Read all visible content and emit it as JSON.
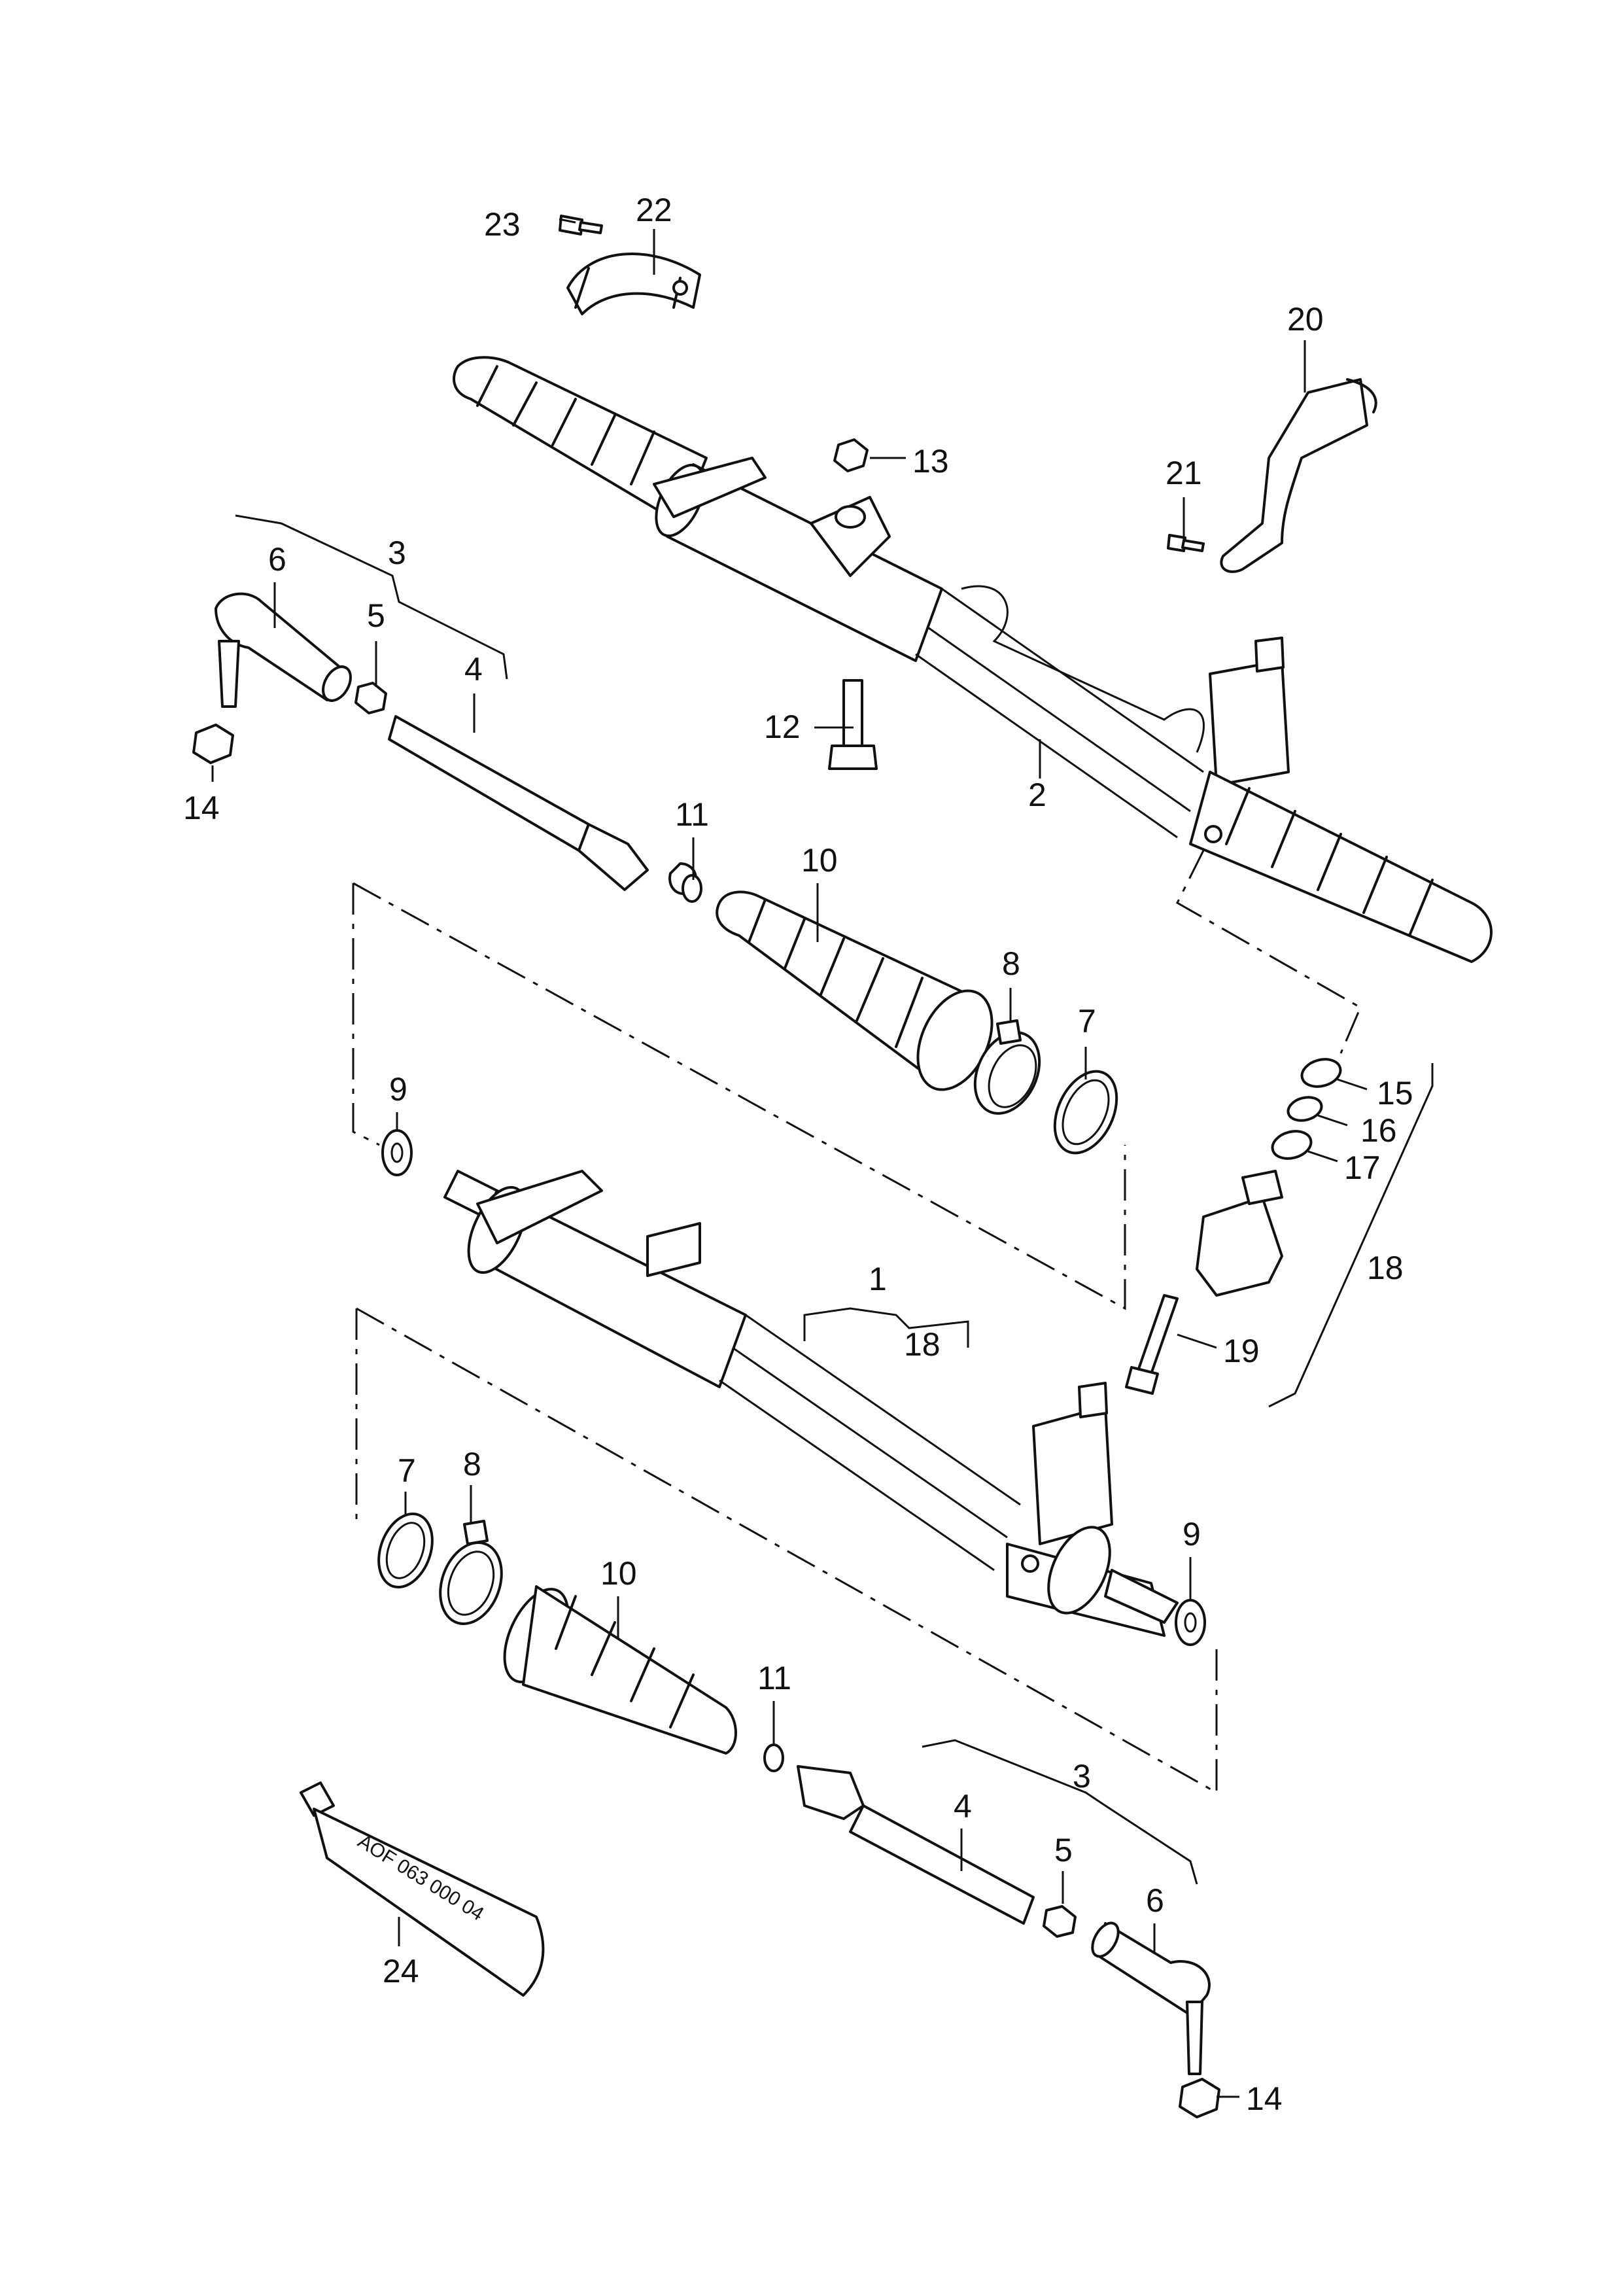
{
  "labels": {
    "p1": "1",
    "p2": "2",
    "p3a": "3",
    "p3b": "3",
    "p4a": "4",
    "p4b": "4",
    "p5a": "5",
    "p5b": "5",
    "p6a": "6",
    "p6b": "6",
    "p7a": "7",
    "p7b": "7",
    "p8a": "8",
    "p8b": "8",
    "p9a": "9",
    "p9b": "9",
    "p10a": "10",
    "p10b": "10",
    "p11a": "11",
    "p11b": "11",
    "p12": "12",
    "p13": "13",
    "p14a": "14",
    "p14b": "14",
    "p15": "15",
    "p16": "16",
    "p17": "17",
    "p18a": "18",
    "p18b": "18",
    "p19": "19",
    "p20": "20",
    "p21": "21",
    "p22": "22",
    "p23": "23",
    "p24": "24"
  },
  "tube_text": "AOF 063 000 04"
}
